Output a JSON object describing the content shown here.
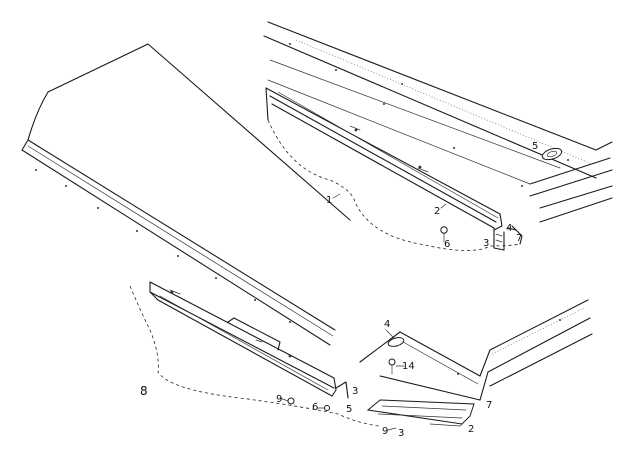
{
  "labels": {
    "l1": "1",
    "l2": "2",
    "l3": "3",
    "l4": "4",
    "l5": "5",
    "l6": "6",
    "l7": "7",
    "l8": "8",
    "l9": "9",
    "b2": "2",
    "b3": "3",
    "b4": "4",
    "b5": "5",
    "b6": "6",
    "b7": "7",
    "b8": "8",
    "b9": "9",
    "b14": "14"
  }
}
